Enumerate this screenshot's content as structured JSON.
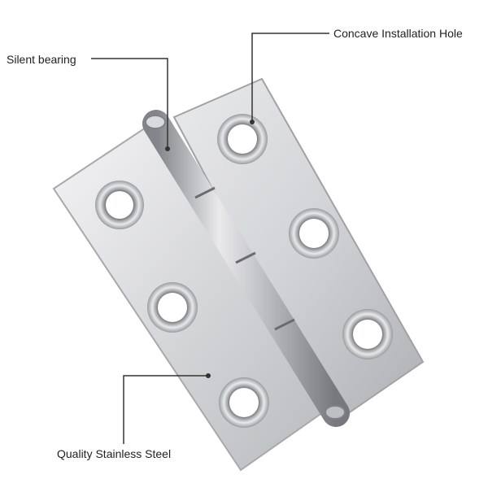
{
  "labels": {
    "concave_hole": "Concave Installation Hole",
    "silent_bearing": "Silent bearing",
    "quality_steel": "Quality Stainless Steel"
  },
  "subject": "stainless-steel-butt-hinge",
  "colors": {
    "background": "#ffffff",
    "text": "#222222",
    "leader_line": "#333333",
    "steel_light": "#f2f2f2",
    "steel_mid": "#c9cacd",
    "steel_dark": "#8e9095"
  }
}
